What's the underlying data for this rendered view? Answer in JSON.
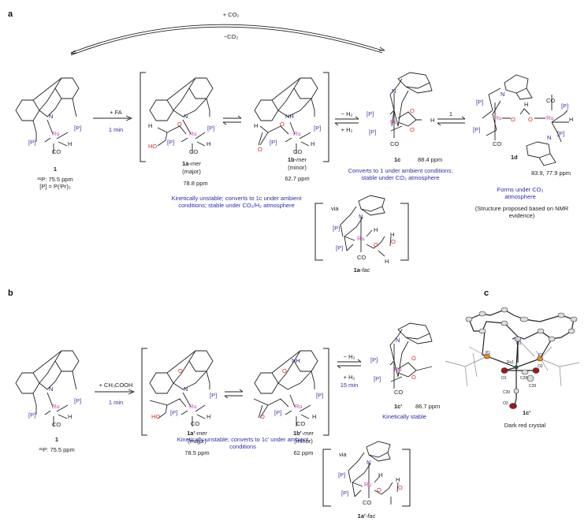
{
  "figure": {
    "panels": {
      "a": "a",
      "b": "b",
      "c": "c"
    },
    "colors": {
      "ruthenium": "#d03cb8",
      "phosphorus": "#3a3aa8",
      "oxygen": "#d43030",
      "annotation": "#2b2fa6",
      "text": "#222222"
    },
    "atoms": {
      "ru": "Ru",
      "p": "[P]",
      "n": "N",
      "nh": "NH",
      "h": "H",
      "co": "CO",
      "o": "O",
      "ho": "HO",
      "via": "via"
    }
  },
  "panel_a": {
    "top_arc": {
      "forward": "+ CO₂",
      "reverse": "−CO₂"
    },
    "compound_1": {
      "label": "1",
      "nmr": "³¹P: 75.5 ppm",
      "ligand_def": "[P] = P(ⁱPr)₂"
    },
    "arrow_1": {
      "reagent": "+ FA",
      "time": "1 min"
    },
    "compound_1a_mer": {
      "label": "1a",
      "suffix": "-mer",
      "note": "(major)",
      "nmr": "78.8 ppm"
    },
    "compound_1b_mer": {
      "label": "1b",
      "suffix": "-mer",
      "note": "(minor)",
      "nmr": "62.7 ppm"
    },
    "bracket_note": [
      "Kinetically unstable; converts to 1c under ambient",
      "conditions; stable under CO₂/H₂ atmosphere"
    ],
    "arrow_2": {
      "top": "− H₂",
      "bottom": "+ H₂"
    },
    "compound_1c": {
      "label": "1c",
      "nmr": "88.4 ppm",
      "note": [
        "Converts to 1 under ambient conditions;",
        "stable under CO₂ atmosphere"
      ]
    },
    "arrow_3": {
      "reagent": "1"
    },
    "compound_1d": {
      "label": "1d",
      "nmr": "83.9, 77.9 ppm",
      "note": [
        "Forms under CO₂",
        "atmosphere"
      ],
      "remark": [
        "(Structure proposed based on NMR",
        "evidence)"
      ]
    },
    "intermediate": {
      "label": "1a",
      "suffix": "-fac"
    }
  },
  "panel_b": {
    "compound_1": {
      "label": "1",
      "nmr": "³¹P: 75.5 ppm"
    },
    "arrow_1": {
      "reagent": "+ CH₃COOH",
      "time": "1 min"
    },
    "compound_1a_prime_mer": {
      "label": "1a′",
      "suffix": "-mer",
      "note": "(majpr)",
      "nmr": "78.5 ppm"
    },
    "compound_1b_prime_mer": {
      "label": "1b′",
      "suffix": "-mer",
      "note": "(minor)",
      "nmr": "62 ppm"
    },
    "bracket_note": [
      "Kinetically unstable; converts to 1c′ under ambient",
      "conditions"
    ],
    "arrow_2": {
      "top": "− H₂",
      "bottom": "+ H₂",
      "time": "15 min"
    },
    "compound_1c_prime": {
      "label": "1c′",
      "nmr": "86.7 ppm",
      "note": "Kinetically stable"
    },
    "intermediate": {
      "label": "1a′",
      "suffix": "-fac"
    }
  },
  "panel_c": {
    "compound": "1c′",
    "caption": "Dark red crystal",
    "atom_labels": [
      "N1",
      "P1",
      "P2",
      "Ru1",
      "O1",
      "O2",
      "C28",
      "C29",
      "C30",
      "O3"
    ]
  }
}
